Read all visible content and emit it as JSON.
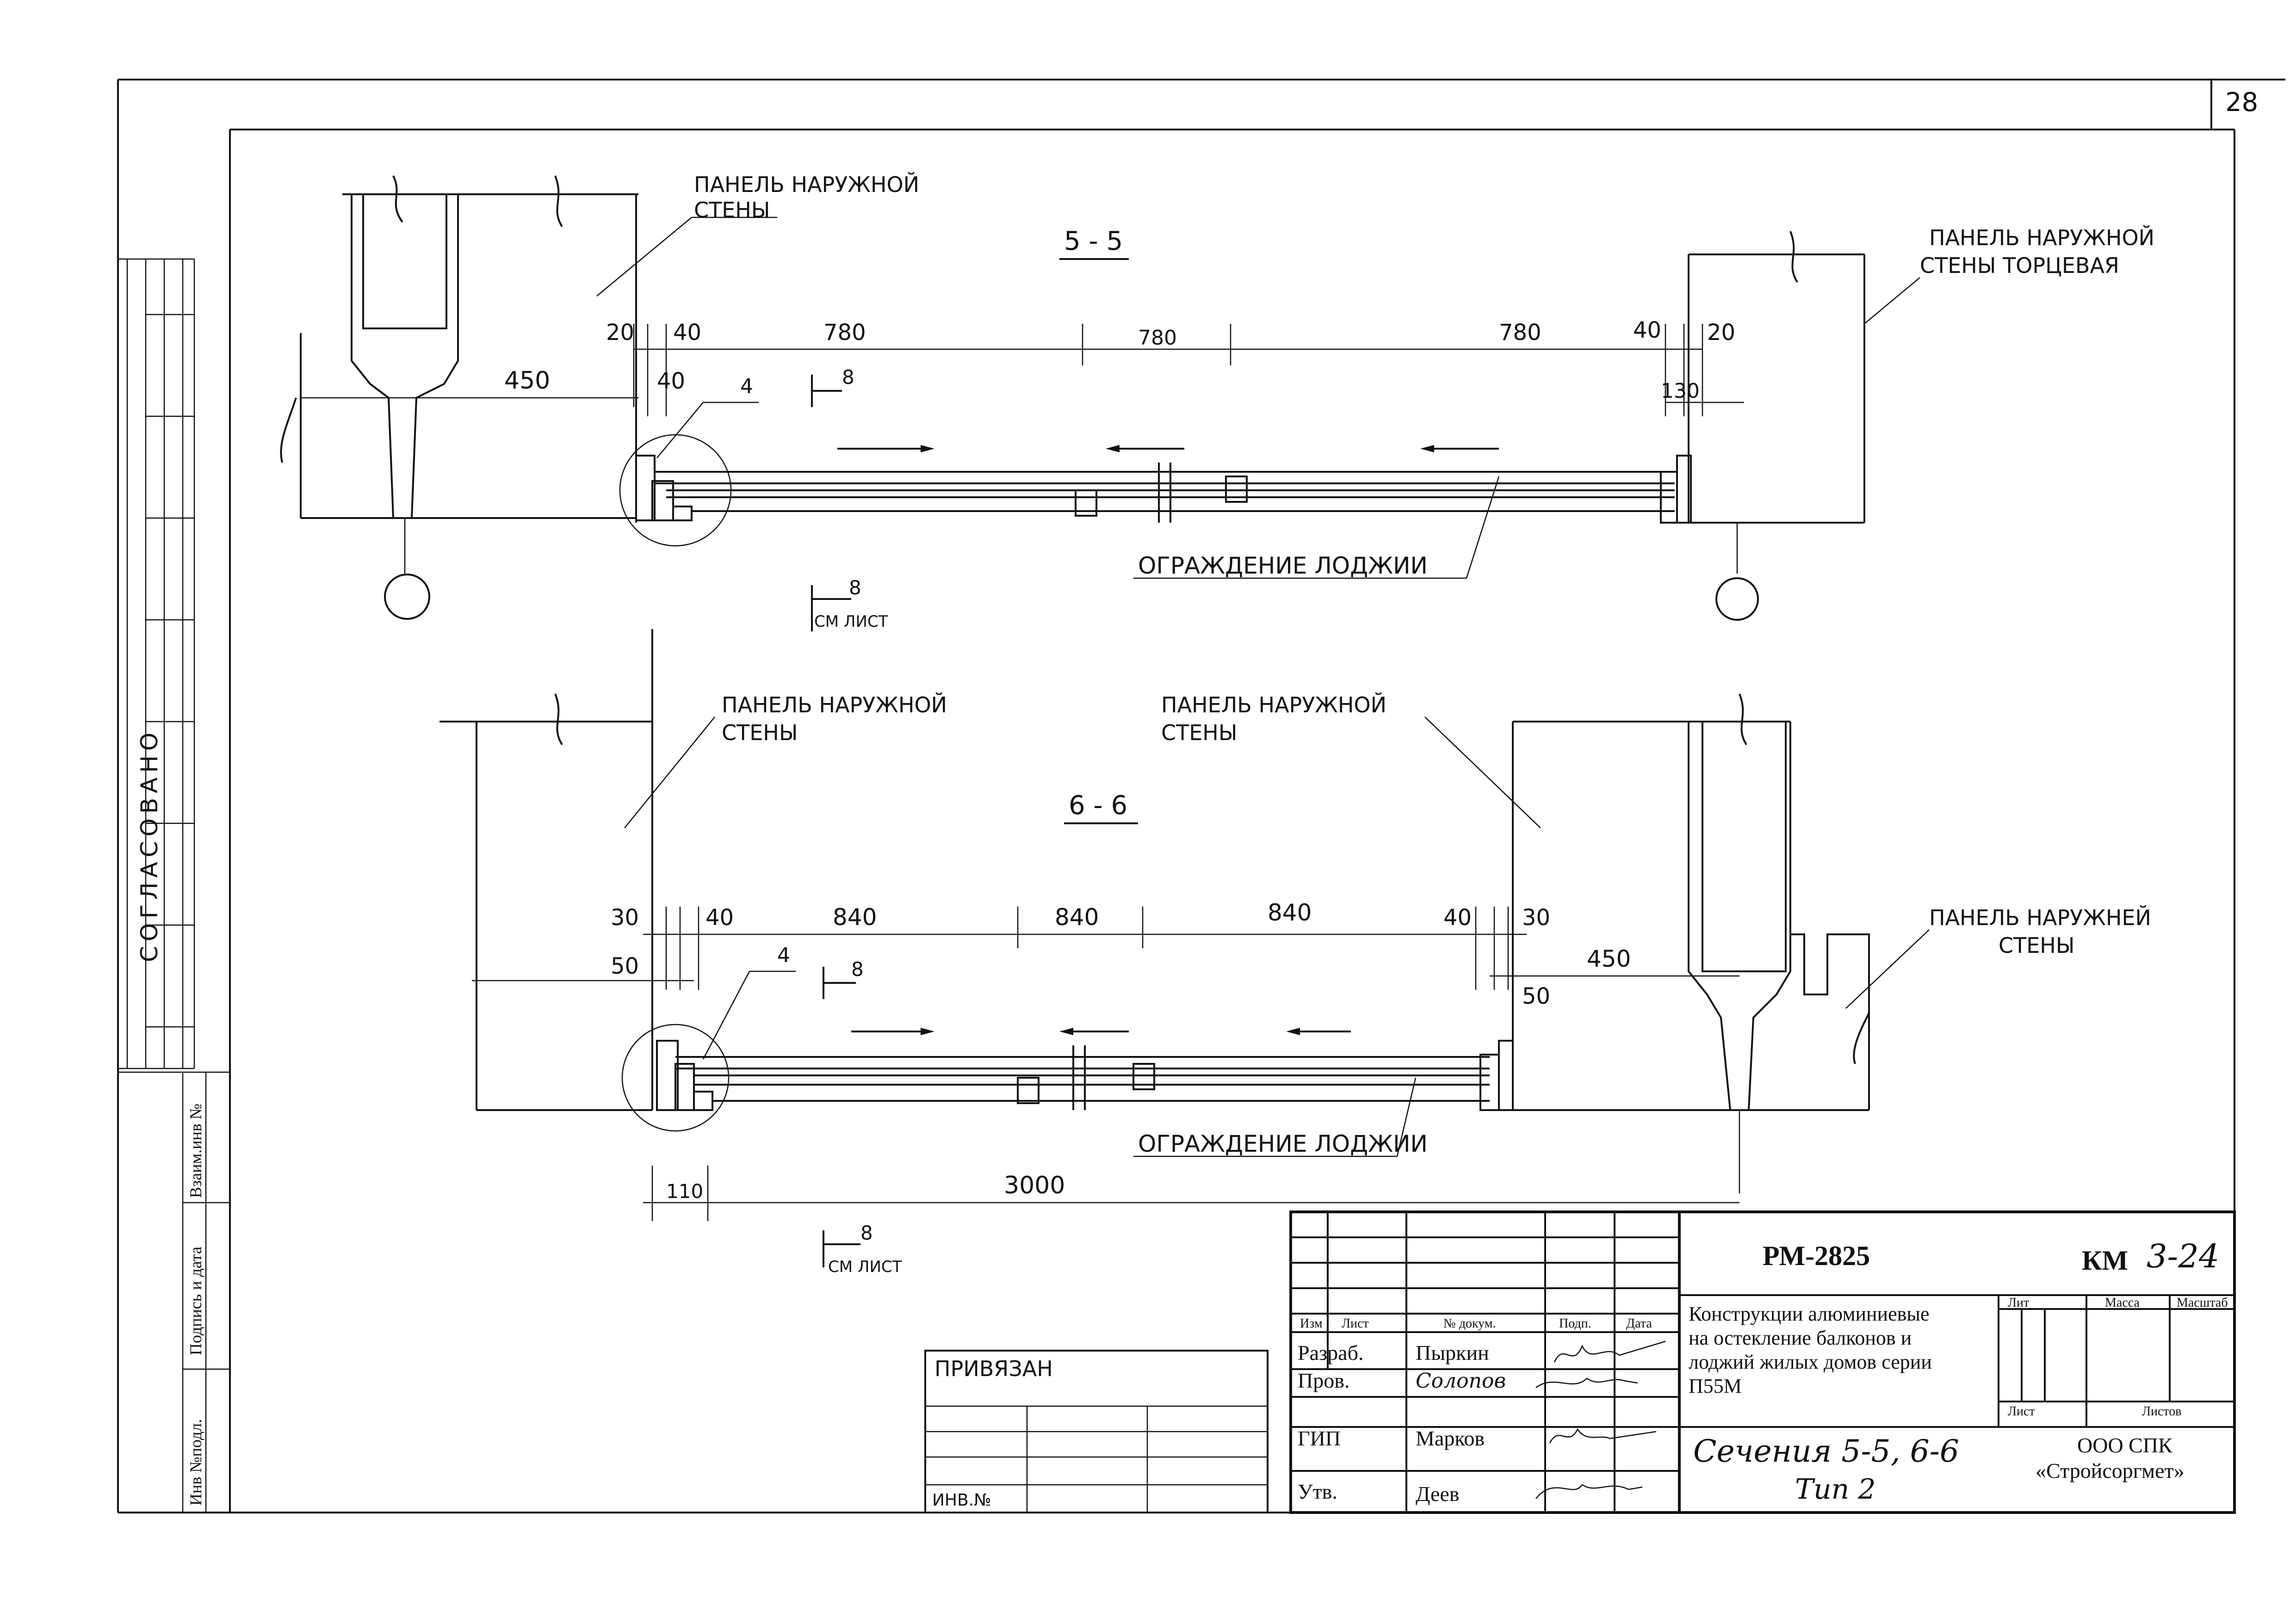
{
  "sheet_number": "28",
  "side_stamp": {
    "agreed": "СОГЛАСОВАНО",
    "inv_ref": "Взаим.инв №",
    "sign_date": "Подпись и дата",
    "inv_orig": "Инв №подл."
  },
  "section_5": {
    "title": "5 - 5",
    "label_wall_left": [
      "ПАНЕЛЬ НАРУЖНОЙ",
      "СТЕНЫ"
    ],
    "label_wall_right": [
      "ПАНЕЛЬ НАРУЖНОЙ",
      "СТЕНЫ ТОРЦЕВАЯ"
    ],
    "label_fence": "ОГРАЖДЕНИЕ ЛОДЖИИ",
    "dims": [
      "20",
      "40",
      "780",
      "780",
      "780",
      "40",
      "20",
      "450",
      "40",
      "130"
    ],
    "callout": "4",
    "cut_mark": "8",
    "cut_mark_bottom": "8",
    "cut_note": "СМ ЛИСТ"
  },
  "section_6": {
    "title": "6 - 6",
    "label_wall_left": [
      "ПАНЕЛЬ НАРУЖНОЙ",
      "СТЕНЫ"
    ],
    "label_wall_mid": [
      "ПАНЕЛЬ НАРУЖНОЙ",
      "СТЕНЫ"
    ],
    "label_wall_right": [
      "ПАНЕЛЬ НАРУЖНЕЙ",
      "СТЕНЫ"
    ],
    "label_fence": "ОГРАЖДЕНИЕ ЛОДЖИИ",
    "dims": [
      "30",
      "40",
      "840",
      "840",
      "840",
      "40",
      "30",
      "50",
      "450",
      "50",
      "110",
      "3000"
    ],
    "callout": "4",
    "cut_mark": "8",
    "cut_mark_bottom": "8",
    "cut_note": "СМ ЛИСТ"
  },
  "attached_box": {
    "title": "ПРИВЯЗАН",
    "inv": "ИНВ.№"
  },
  "title_block": {
    "doc_code": "РМ-2825",
    "series_prefix": "КМ",
    "series_number": "3-24",
    "description": [
      "Конструкции алюминиевые",
      "на остекление балконов и",
      "лоджий жилых домов серии",
      "П55М"
    ],
    "headers": [
      "Изм",
      "Лист",
      "№ докум.",
      "Подп.",
      "Дата"
    ],
    "roles": [
      {
        "role": "Разраб.",
        "name": "Пыркин"
      },
      {
        "role": "Пров.",
        "name": "Солопов"
      },
      {
        "role": "ГИП",
        "name": "Марков"
      },
      {
        "role": "Утв.",
        "name": "Деев"
      }
    ],
    "sheet_title": [
      "Сечения 5-5, 6-6",
      "Тип 2"
    ],
    "stage_headers": [
      "Лит",
      "Масса",
      "Масштаб"
    ],
    "sheet_headers": [
      "Лист",
      "Листов"
    ],
    "company": [
      "ООО СПК",
      "«Стройсоргмет»"
    ]
  }
}
